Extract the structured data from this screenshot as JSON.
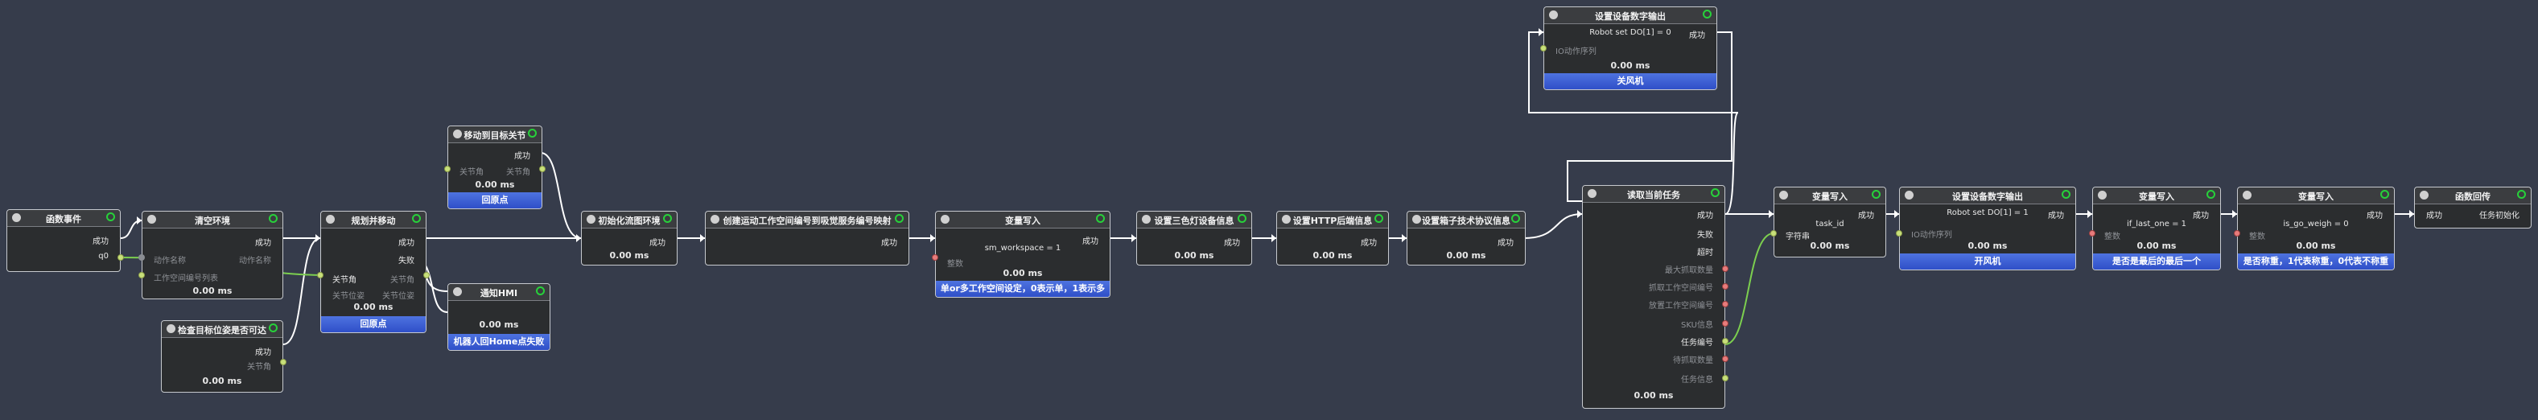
{
  "nodes": {
    "n1": {
      "title": "函数事件",
      "out1": "成功",
      "var": "q0"
    },
    "n2": {
      "title": "清空环境",
      "out1": "成功",
      "in1": "动作名称",
      "in2": "工作空间编号列表",
      "in3": "动作名称",
      "time": "0.00 ms"
    },
    "n3": {
      "title": "检查目标位姿是否可达",
      "out1": "成功",
      "in1": "关节角",
      "time": "0.00 ms"
    },
    "n4": {
      "title": "规划并移动",
      "out1": "成功",
      "out2": "失败",
      "in1": "关节角",
      "in2": "关节位姿",
      "out3": "关节角",
      "out4": "关节位姿",
      "time": "0.00 ms",
      "desc": "回原点"
    },
    "n5": {
      "title": "移动到目标关节",
      "out1": "成功",
      "in1": "关节角",
      "out2": "关节角",
      "time": "0.00 ms",
      "desc": "回原点"
    },
    "n6": {
      "title": "通知HMI",
      "time": "0.00 ms",
      "desc": "机器人回Home点失败"
    },
    "n7": {
      "title": "初始化流图环境",
      "out1": "成功",
      "time": "0.00 ms"
    },
    "n8": {
      "title": "创建运动工作空间编号到吸觉服务编号映射",
      "out1": "成功"
    },
    "n9": {
      "title": "变量写入",
      "out1": "成功",
      "expr": "sm_workspace = 1",
      "in1": "整数",
      "time": "0.00 ms",
      "desc": "单or多工作空间设定，0表示单，1表示多"
    },
    "n10": {
      "title": "设置三色灯设备信息",
      "out1": "成功",
      "time": "0.00 ms"
    },
    "n11": {
      "title": "设置HTTP后端信息",
      "out1": "成功",
      "time": "0.00 ms"
    },
    "n12": {
      "title": "设置箱子技术协议信息",
      "out1": "成功",
      "time": "0.00 ms"
    },
    "n13": {
      "title": "设置设备数字输出",
      "expr": "Robot set DO[1] = 0",
      "out1": "成功",
      "in1": "IO动作序列",
      "time": "0.00 ms",
      "desc": "关风机"
    },
    "n14": {
      "title": "读取当前任务",
      "out1": "成功",
      "out2": "失败",
      "out3": "超时",
      "r1": "最大抓取数量",
      "r2": "抓取工作空间编号",
      "r3": "放置工作空间编号",
      "r4": "SKU信息",
      "r5": "任务编号",
      "r6": "待抓取数量",
      "r7": "任务信息",
      "time": "0.00 ms"
    },
    "n15": {
      "title": "变量写入",
      "out1": "成功",
      "expr": "task_id",
      "in1": "字符串",
      "time": "0.00 ms"
    },
    "n16": {
      "title": "设置设备数字输出",
      "expr": "Robot set DO[1] = 1",
      "out1": "成功",
      "in1": "IO动作序列",
      "time": "0.00 ms",
      "desc": "开风机"
    },
    "n17": {
      "title": "变量写入",
      "out1": "成功",
      "expr": "if_last_one = 1",
      "in1": "整数",
      "time": "0.00 ms",
      "desc": "是否是最后的最后一个"
    },
    "n18": {
      "title": "变量写入",
      "out1": "成功",
      "expr": "is_go_weigh = 0",
      "in1": "整数",
      "time": "0.00 ms",
      "desc": "是否称重，1代表称重，0代表不称重"
    },
    "n19": {
      "title": "函数回传",
      "out1": "成功",
      "val": "任务初始化"
    }
  },
  "colors": {
    "canvas": "#363c4b",
    "node_bg": "#2b2d2f",
    "accent_blue": "#3a5fd8",
    "status_green": "#27d13a",
    "wire": "#ffffff",
    "data_wire": "#7ccf4f"
  }
}
